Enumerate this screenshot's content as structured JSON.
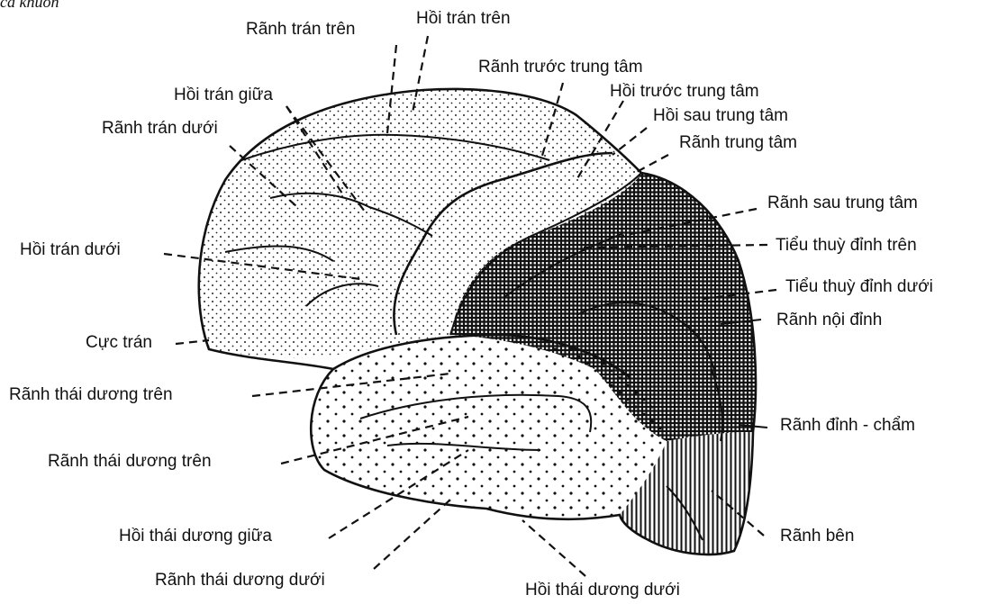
{
  "figure": {
    "corner_text": "cà khuôn",
    "labels": {
      "ranh_tran_tren": "Rãnh trán trên",
      "hoi_tran_tren": "Hồi trán trên",
      "ranh_truoc_trung_tam": "Rãnh trước trung tâm",
      "hoi_tran_giua": "Hồi trán giữa",
      "hoi_truoc_trung_tam": "Hồi trước trung tâm",
      "ranh_tran_duoi": "Rãnh trán dưới",
      "hoi_sau_trung_tam": "Hồi sau trung tâm",
      "ranh_trung_tam": "Rãnh trung tâm",
      "ranh_sau_trung_tam": "Rãnh sau trung tâm",
      "hoi_tran_duoi": "Hồi trán dưới",
      "tieu_thuy_dinh_tren": "Tiểu thuỳ đỉnh trên",
      "tieu_thuy_dinh_duoi": "Tiểu thuỳ đỉnh dưới",
      "ranh_noi_dinh": "Rãnh nội đỉnh",
      "cuc_tran": "Cực trán",
      "ranh_thai_duong_tren_1": "Rãnh thái dương trên",
      "ranh_dinh_cham": "Rãnh đỉnh - chẩm",
      "ranh_thai_duong_tren_2": "Rãnh thái dương trên",
      "hoi_thai_duong_giua": "Hồi thái dương giữa",
      "ranh_ben": "Rãnh bên",
      "ranh_thai_duong_duoi": "Rãnh thái dương dưới",
      "hoi_thai_duong_duoi": "Hồi thái dương dưới"
    }
  }
}
